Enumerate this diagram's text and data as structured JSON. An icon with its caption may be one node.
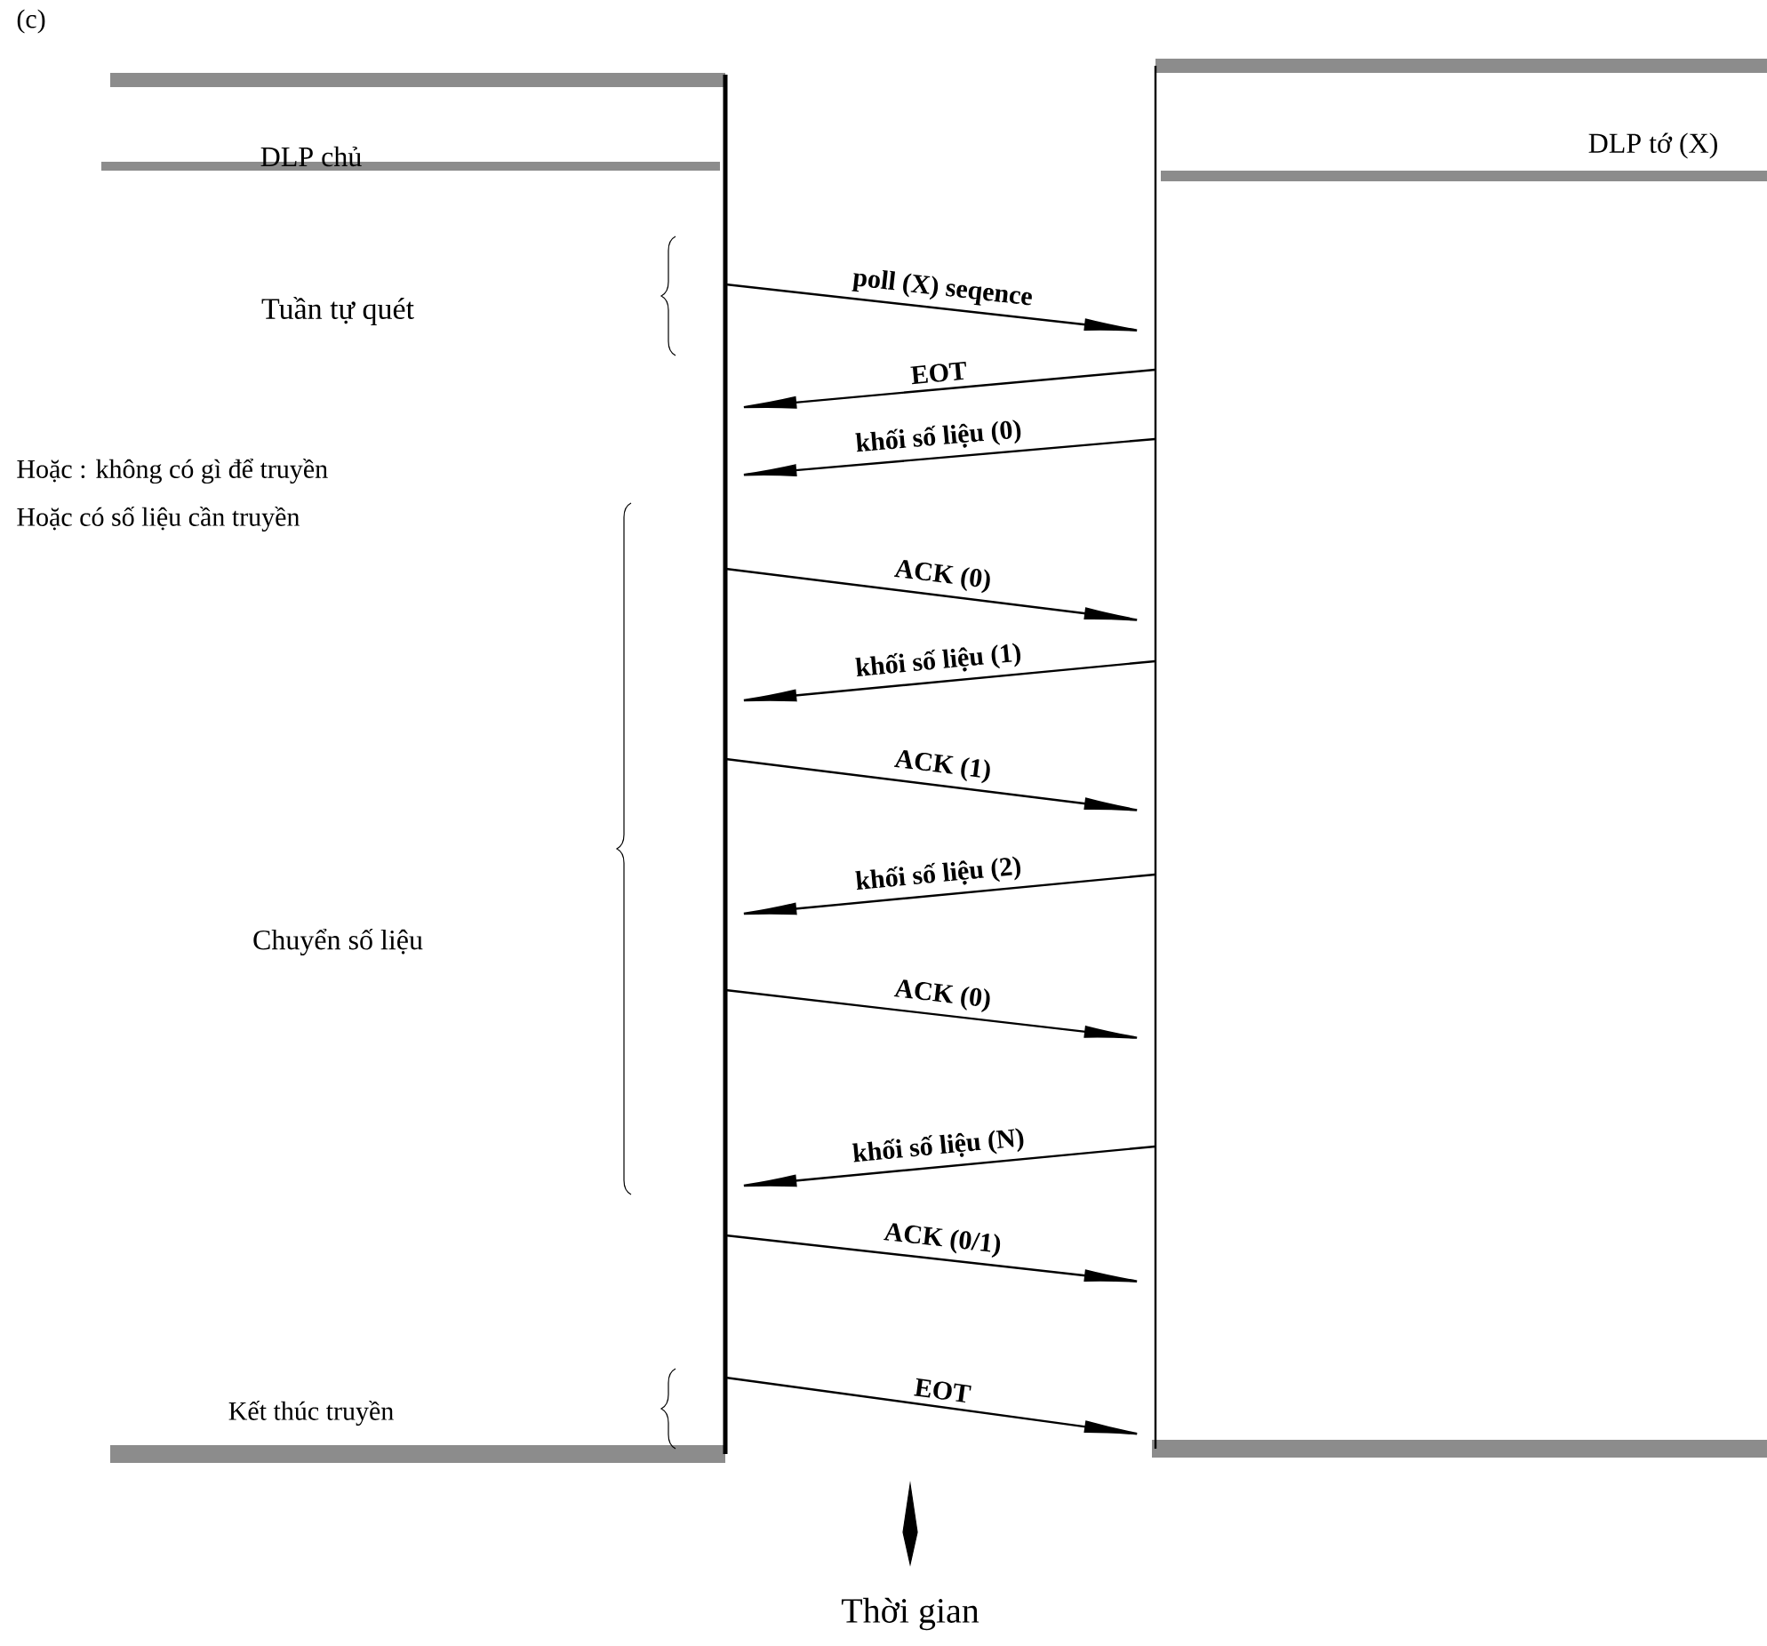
{
  "diagram": {
    "nodes": [
      {
        "text": [
          "DLP chủ"
        ]
      },
      {
        "text": [
          "DLP tớ (X)"
        ]
      }
    ],
    "edges": [
      {
        "from": 0,
        "to": 1,
        "arrow": "to",
        "label": "poll (X) seqence"
      },
      {
        "from": 1,
        "to": 0,
        "arrow": "to",
        "label": "EOT"
      },
      {
        "from": 1,
        "to": 0,
        "arrow": "to",
        "label": "khối số liệu (0)"
      },
      {
        "from": 0,
        "to": 1,
        "arrow": "to",
        "label": "ACK (0)"
      },
      {
        "from": 1,
        "to": 0,
        "arrow": "to",
        "label": "khối số liệu (1)"
      },
      {
        "from": 0,
        "to": 1,
        "arrow": "to",
        "label": "ACK (1)"
      },
      {
        "from": 1,
        "to": 0,
        "arrow": "to",
        "label": "khối số liệu (2)"
      },
      {
        "from": 0,
        "to": 1,
        "arrow": "to",
        "label": "ACK (0)"
      },
      {
        "from": 1,
        "to": 0,
        "arrow": "to",
        "label": "khối số liệu (N)"
      },
      {
        "from": 0,
        "to": 1,
        "arrow": "to",
        "label": "ACK (0/1)"
      },
      {
        "from": 0,
        "to": 1,
        "arrow": "to",
        "label": "EOT"
      }
    ],
    "labels": [
      "(c)",
      "Tuần tự quét",
      "Hoặc : không có gì để truyền",
      "Hoặc có số liệu cần truyền",
      "Chuyển số liệu",
      "Kết thúc truyền",
      "Thời gian"
    ]
  }
}
